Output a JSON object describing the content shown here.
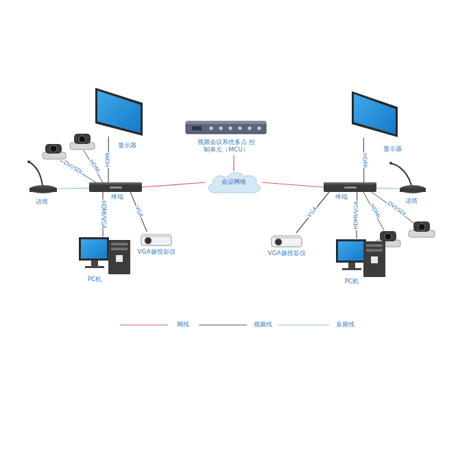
{
  "diagram": {
    "nodes": [
      {
        "text": [
          "视频会议系统多点 控制单元（MCU）"
        ]
      },
      {
        "text": [
          "显示器"
        ]
      },
      {
        "text": [
          "会议网络"
        ]
      },
      {
        "text": [
          "显示器"
        ]
      },
      {
        "text": [
          "终端"
        ]
      },
      {
        "text": [
          "终端"
        ]
      },
      {
        "text": [
          "话筒"
        ]
      },
      {
        "text": [
          "话筒"
        ]
      },
      {
        "text": [
          "VGA摄投影仪"
        ]
      },
      {
        "text": [
          "VGA摄投影仪"
        ]
      },
      {
        "text": [
          "PC机"
        ]
      },
      {
        "text": [
          "PC机"
        ]
      }
    ],
    "edges": [
      {
        "from": 0,
        "to": 2,
        "arrow": "none"
      },
      {
        "from": 4,
        "to": 2,
        "arrow": "none"
      },
      {
        "from": 2,
        "to": 5,
        "arrow": "none"
      },
      {
        "from": 1,
        "to": 4,
        "label": "HDMI",
        "arrow": "none"
      },
      {
        "from": 6,
        "to": 4,
        "arrow": "none"
      },
      {
        "from": 4,
        "to": 8,
        "label": "VGA",
        "arrow": "none"
      },
      {
        "from": 4,
        "to": 10,
        "label": "HDMI/VGA",
        "arrow": "none"
      },
      {
        "from": 3,
        "to": 5,
        "label": "HDMI",
        "arrow": "none"
      },
      {
        "from": 7,
        "to": 5,
        "arrow": "none"
      },
      {
        "from": 5,
        "to": 9,
        "label": "VGA",
        "arrow": "none"
      },
      {
        "from": 5,
        "to": 11,
        "label": "HDMI/VGA",
        "arrow": "none"
      }
    ],
    "labels": [
      "DVI/SDI",
      "HDMI",
      "HDMI",
      "DVI/SDI"
    ],
    "legend": [
      {
        "text": "网线"
      },
      {
        "text": "视频线"
      },
      {
        "text": "音频线"
      }
    ]
  }
}
